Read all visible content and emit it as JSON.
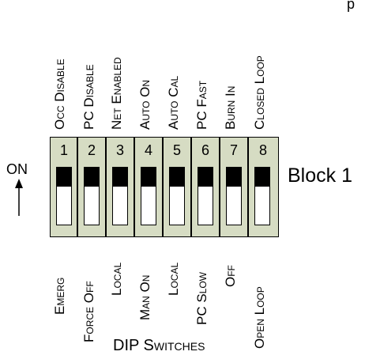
{
  "top_labels": [
    "Occ Disable",
    "PC Disable",
    "Net Enabled",
    "Auto On",
    "Auto Cal",
    "PC Fast",
    "Burn In",
    "Closed Loop"
  ],
  "bottom_labels": [
    "Emerg",
    "Force Off",
    "Local",
    "Man On",
    "Local",
    "PC Slow",
    "Off",
    "Open Loop"
  ],
  "switch_numbers": [
    "1",
    "2",
    "3",
    "4",
    "5",
    "6",
    "7",
    "8"
  ],
  "on_label": "ON",
  "block_label": "Block 1",
  "title": "DIP Switches",
  "corner_text": "p",
  "colors": {
    "switch_body": "#d6dcc3",
    "slot": "#ffffff",
    "knob": "#000000"
  }
}
